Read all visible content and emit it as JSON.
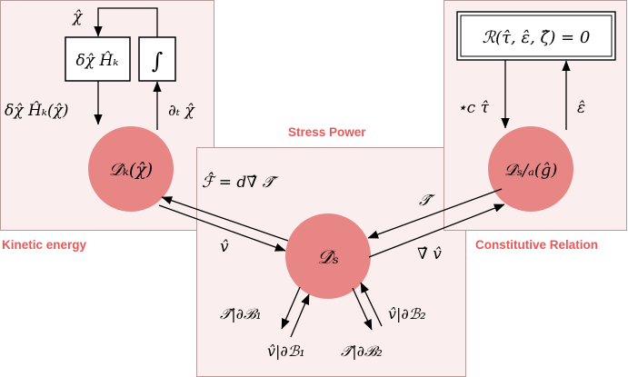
{
  "panels": {
    "kinetic": {
      "title": "Kinetic energy"
    },
    "stress": {
      "title": "Stress Power"
    },
    "constitutive": {
      "title": "Constitutive Relation"
    }
  },
  "nodes": {
    "kinetic": "𝒟̂ₖ(χ̂)",
    "stress": "𝒟̂ₛ",
    "constitutive": "𝒟̂ₛ/ₐ(ĝ)"
  },
  "boxes": {
    "variation": "δχ̂ Ĥₖ",
    "integral": "∫",
    "relation": "ℛ(τ̂, ε̂, ζ̂) = 0"
  },
  "labels": {
    "chi": "χ̂",
    "dH": "δχ̂ Ĥₖ(χ̂)",
    "dt_chi": "∂ₜ χ̂",
    "force": "ℱ̂ = d∇̂ 𝒯̂",
    "velocity": "v̂",
    "stress": "𝒯̂",
    "grad_v": "∇̂ v̂",
    "hodge_tau": "⋆c τ̂",
    "epsilon": "ε̂",
    "t_b1": "𝒯̂|∂ℬ₁",
    "v_b1": "v̂|∂ℬ₁",
    "v_b2": "v̂|∂ℬ₂",
    "t_b2": "𝒯̂|∂ℬ₂"
  }
}
